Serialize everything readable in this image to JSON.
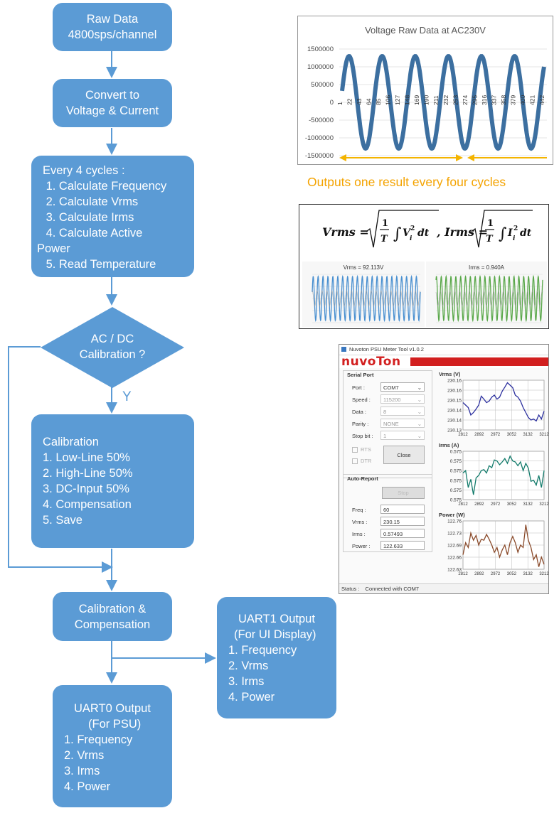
{
  "flow": {
    "raw": [
      "Raw Data",
      "4800sps/channel"
    ],
    "convert": [
      "Convert to",
      "Voltage & Current"
    ],
    "every4": [
      "Every 4 cycles :",
      " 1. Calculate Frequency",
      " 2. Calculate Vrms",
      " 3. Calculate Irms",
      " 4. Calculate Active",
      "Power",
      " 5. Read Temperature"
    ],
    "decision": [
      "AC / DC",
      "Calibration ?"
    ],
    "yes_label": "Y",
    "calibration": [
      "Calibration",
      "1. Low-Line 50%",
      "2. High-Line 50%",
      "3. DC-Input 50%",
      "4. Compensation",
      "5. Save"
    ],
    "calcomp": [
      "Calibration &",
      "Compensation"
    ],
    "uart0": [
      "UART0 Output",
      "(For PSU)",
      "1. Frequency",
      "2. Vrms",
      "3. Irms",
      "4. Power"
    ],
    "uart1": [
      "UART1 Output",
      "(For UI Display)",
      "1. Frequency",
      "2. Vrms",
      "3. Irms",
      "4. Power"
    ]
  },
  "caption": "Outputs one result every four cycles",
  "formula": {
    "vrms_label": "Vrms =",
    "irms_label": ", Irms =",
    "dt": "dt"
  },
  "tool": {
    "title": "Nuvoton PSU Meter Tool v1.0.2",
    "logo": "nuvoTon",
    "serial_port": "Serial Port",
    "port_label": "Port :",
    "port_value": "COM7",
    "speed_label": "Speed :",
    "speed_value": "115200",
    "data_label": "Data :",
    "data_value": "8",
    "parity_label": "Parity :",
    "parity_value": "NONE",
    "stop_label": "Stop bit :",
    "stop_value": "1",
    "rts": "RTS",
    "dtr": "DTR",
    "close": "Close",
    "auto_report": "Auto-Report",
    "stop": "Stop",
    "freq_label": "Freq :",
    "freq_value": "60",
    "vrms_label": "Vrms :",
    "vrms_value": "230.15",
    "irms_label": "Irms :",
    "irms_value": "0.57493",
    "power_label": "Power :",
    "power_value": "122.633",
    "status_label": "Status :",
    "status_value": "Connected with COM7"
  },
  "chart_data": [
    {
      "type": "line",
      "title": "Voltage Raw Data  at AC230V",
      "yticks": [
        "1500000",
        "1000000",
        "500000",
        "0",
        "-500000",
        "-1000000",
        "-1500000"
      ],
      "ylim": [
        -1500000,
        1500000
      ],
      "xticks": [
        "1",
        "22",
        "43",
        "64",
        "85",
        "106",
        "127",
        "148",
        "169",
        "190",
        "211",
        "232",
        "253",
        "274",
        "295",
        "316",
        "337",
        "358",
        "379",
        "400",
        "421",
        "442"
      ],
      "amplitude": 1300000,
      "cycles": 6.1,
      "series_color": "#3c6fa0",
      "arrow_color": "#f4b400"
    },
    {
      "type": "line",
      "title": "Vrms = 92.113V",
      "series_color": "#4a90d0"
    },
    {
      "type": "line",
      "title": "Irms = 0.940A",
      "series_color": "#5aa84a"
    },
    {
      "type": "line",
      "title": "Vrms (V)",
      "yticks": [
        "230.16",
        "230.16",
        "230.15",
        "230.14",
        "230.14",
        "230.13"
      ],
      "xticks": [
        "2812",
        "2892",
        "2972",
        "3052",
        "3132",
        "3212"
      ],
      "series_color": "#2b2f9e"
    },
    {
      "type": "line",
      "title": "Irms (A)",
      "yticks": [
        "0.575",
        "0.575",
        "0.575",
        "0.575",
        "0.575",
        "0.575"
      ],
      "xticks": [
        "2812",
        "2892",
        "2972",
        "3052",
        "3132",
        "3212"
      ],
      "series_color": "#117a6a"
    },
    {
      "type": "line",
      "title": "Power (W)",
      "yticks": [
        "122.76",
        "122.73",
        "122.69",
        "122.66",
        "122.63"
      ],
      "xticks": [
        "2812",
        "2892",
        "2972",
        "3052",
        "3132",
        "3212"
      ],
      "series_color": "#8a4a2a"
    }
  ]
}
